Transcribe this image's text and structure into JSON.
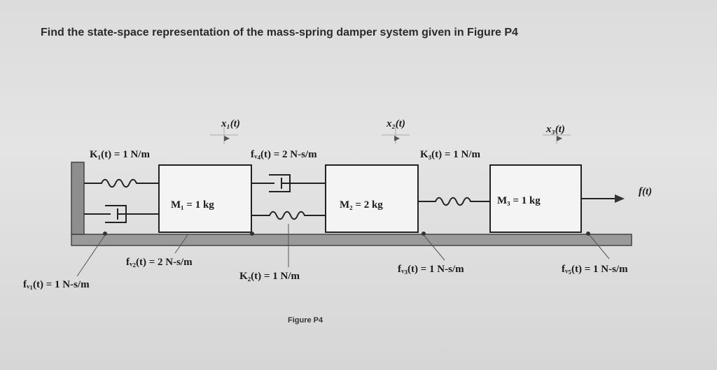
{
  "question": "Find the state-space representation of the mass-spring damper system given in Figure P4",
  "caption": "Figure P4",
  "labels": {
    "x1": "x₁(t)",
    "x2": "x₂(t)",
    "x3": "x₃(t)",
    "K1": "K₁(t) = 1 N/m",
    "fv4": "fᵥ₄(t) = 2 N-s/m",
    "K3": "K₃(t) = 1 N/m",
    "M1": "M₁ = 1 kg",
    "M2": "M₂ = 2 kg",
    "M3": "M₃ = 1 kg",
    "force": "f(t)",
    "fv2": "fᵥ₂(t) = 2 N-s/m",
    "K2": "K₂(t) = 1 N/m",
    "fv3": "fᵥ₃(t) = 1 N-s/m",
    "fv5": "fᵥ₅(t) = 1 N-s/m",
    "fv1": "fᵥ₁(t) = 1 N-s/m"
  }
}
